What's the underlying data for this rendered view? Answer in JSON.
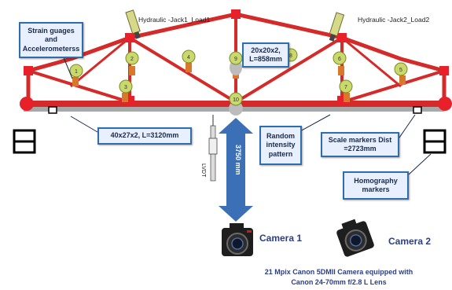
{
  "labels": {
    "jack1": "Hydraulic -Jack1_Load1",
    "jack2": "Hydraulic -Jack2_Load2",
    "strain": "Strain guages and Accelerometerss",
    "section_top": "20x20x2,\nL=858mm",
    "section_bottom": "40x27x2, L=3120mm",
    "random": "Random intensity pattern",
    "scale": "Scale markers Dist =2723mm",
    "homography": "Homography markers",
    "distance": "3750 mm",
    "lvdt": "LVDT",
    "camera1": "Camera 1",
    "camera2": "Camera 2",
    "caption_line1": "21 Mpix Canon 5DMII Camera equipped with",
    "caption_line2": "Canon 24-70mm  f/2.8 L Lens"
  },
  "nodes": [
    "1",
    "2",
    "3",
    "4",
    "5",
    "6",
    "7",
    "8",
    "9",
    "10"
  ],
  "colors": {
    "truss": "#d42a2a",
    "joint": "#e8202a",
    "box_border": "#2f6db3",
    "box_fill": "#e8f0ff",
    "arrow": "#3b6fb6",
    "gauge_node": "#c9d96a",
    "sensor": "#d9782a",
    "text_blue": "#2a3e8c"
  }
}
